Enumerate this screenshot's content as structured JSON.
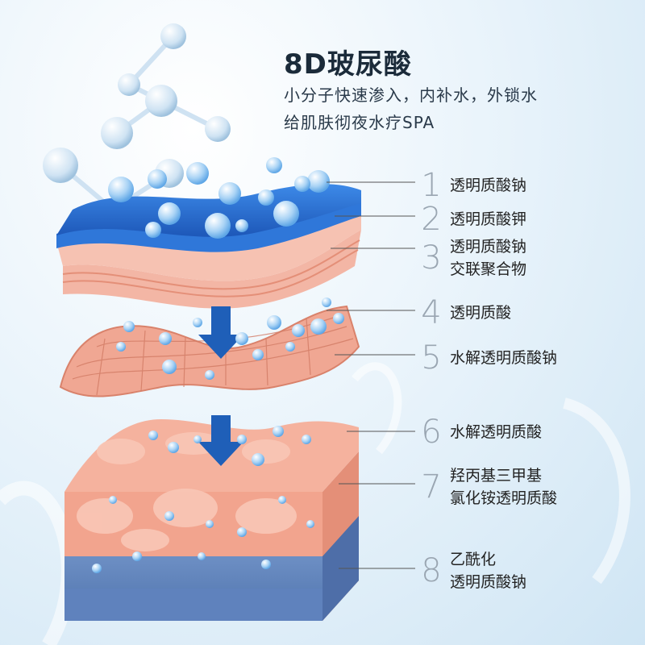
{
  "title": "8D玻尿酸",
  "subtitle_lines": [
    "小分子快速渗入，内补水，外锁水",
    "给肌肤彻夜水疗SPA"
  ],
  "layers": [
    {
      "number": "1",
      "lines": [
        "透明质酸钠"
      ]
    },
    {
      "number": "2",
      "lines": [
        "透明质酸钾"
      ]
    },
    {
      "number": "3",
      "lines": [
        "透明质酸钠",
        "交联聚合物"
      ]
    },
    {
      "number": "4",
      "lines": [
        "透明质酸"
      ]
    },
    {
      "number": "5",
      "lines": [
        "水解透明质酸钠"
      ]
    },
    {
      "number": "6",
      "lines": [
        "水解透明质酸"
      ]
    },
    {
      "number": "7",
      "lines": [
        "羟丙基三甲基",
        "氯化铵透明质酸"
      ]
    },
    {
      "number": "8",
      "lines": [
        "乙酰化",
        "透明质酸钠"
      ]
    }
  ],
  "colors": {
    "title": "#1b2b3a",
    "blue_layer": "#2a6fcf",
    "skin": "#f2a48e",
    "arrow": "#1f5fb8",
    "number": "#9aa6b2"
  }
}
